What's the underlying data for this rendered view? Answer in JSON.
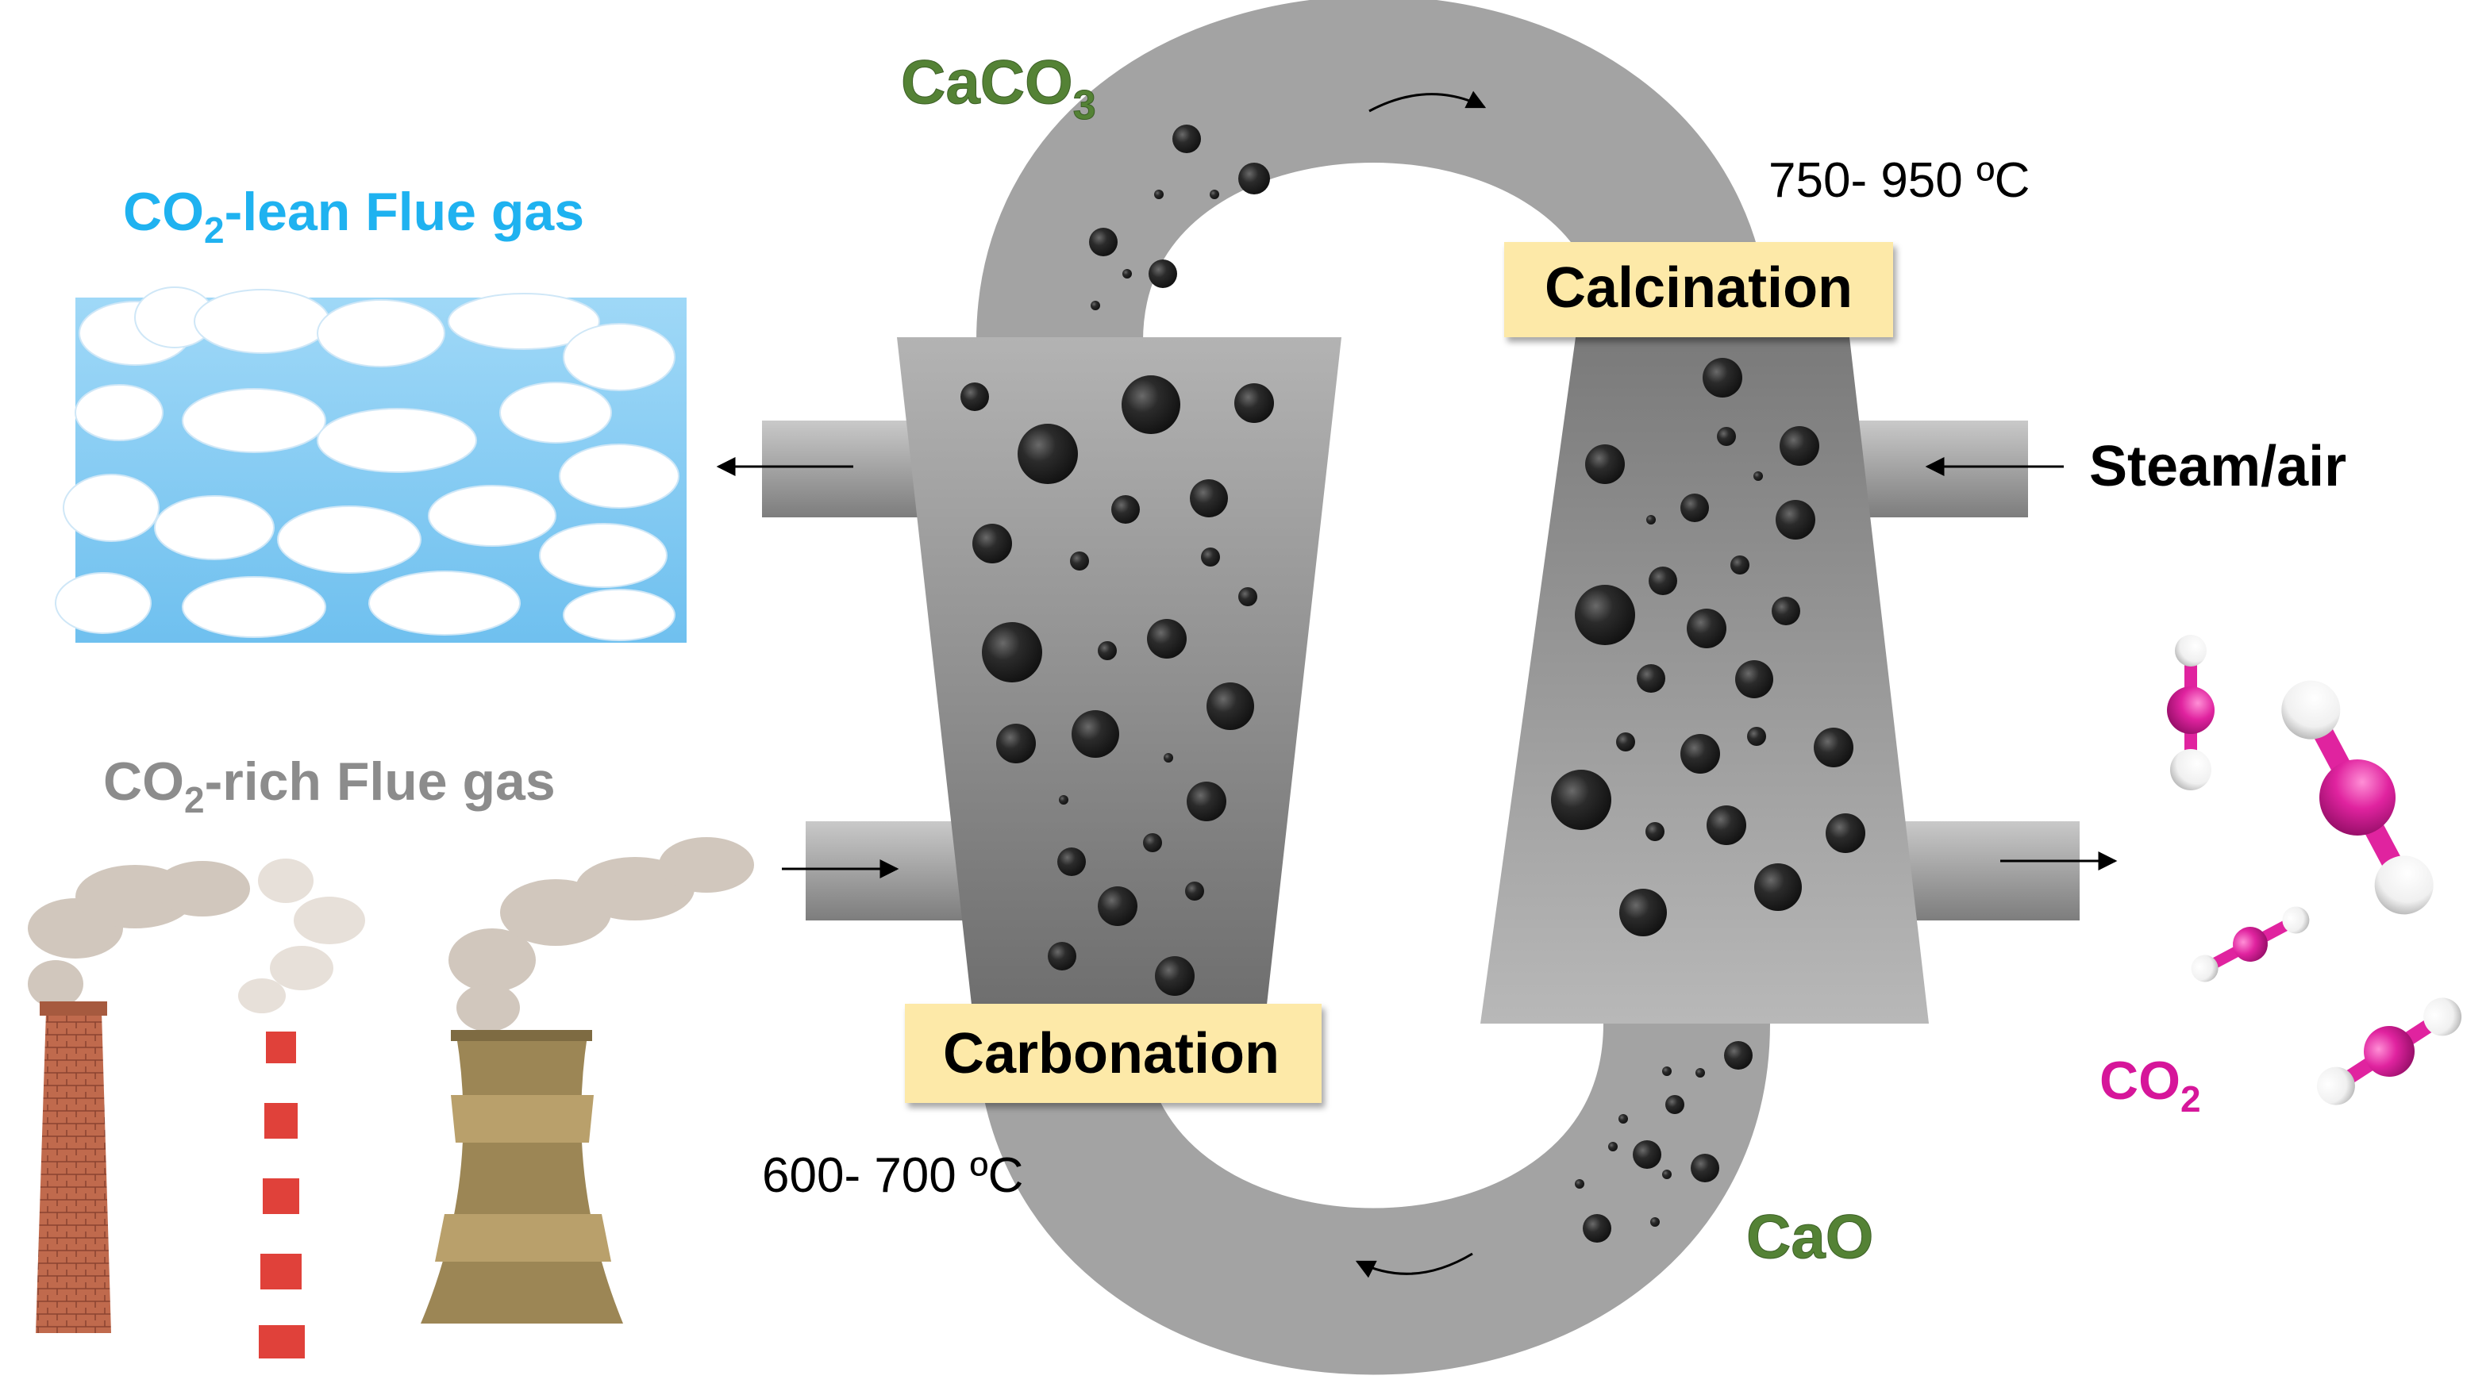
{
  "labels": {
    "caco3_main": "CaCO",
    "caco3_sub": "3",
    "cao": "CaO",
    "calcination": "Calcination",
    "carbonation": "Carbonation",
    "temp_calcination": "750- 950 ºC",
    "temp_carbonation": "600- 700 ºC",
    "steam_air": "Steam/air",
    "lean_co": "CO",
    "lean_sub": "2",
    "lean_rest": "-lean Flue gas",
    "rich_co": "CO",
    "rich_sub": "2",
    "rich_rest": "-rich Flue gas",
    "co2_main": "CO",
    "co2_sub": "2"
  },
  "colors": {
    "green": "#548235",
    "cyan": "#1fb2f0",
    "gray_text": "#8c8c8c",
    "magenta": "#d6169a",
    "label_box": "#fde9a8",
    "loop": "#a6a6a6",
    "particle": "#262626",
    "sky": "#7ec7f2"
  },
  "icons": {
    "clouds": "sky-with-clouds-illustration",
    "chimneys": "industrial-chimneys-illustration",
    "molecules": "co2-molecule-models"
  }
}
